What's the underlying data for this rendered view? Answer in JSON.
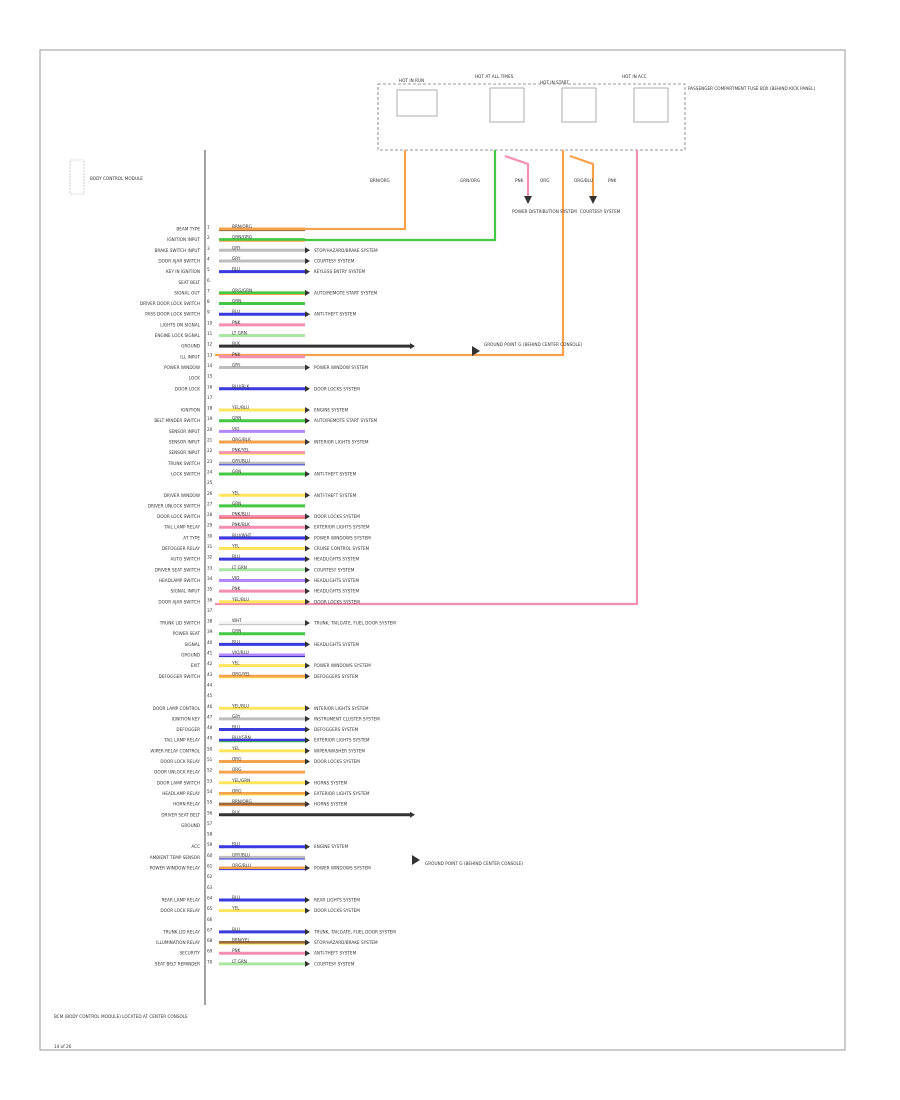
{
  "fuse_box": {
    "fuses": [
      {
        "id": "f1",
        "label": "HOT IN RUN"
      },
      {
        "id": "f2",
        "label": "HOT AT ALL TIMES"
      },
      {
        "id": "f3",
        "label": "HOT IN START"
      },
      {
        "id": "f4",
        "label": "HOT IN ACC"
      }
    ],
    "panel_label": "PASSENGER COMPARTMENT FUSE BOX (BEHIND KICK PANEL)"
  },
  "module": {
    "name": "BODY CONTROL MODULE",
    "footnote": "BCM (BODY CONTROL MODULE) LOCATED AT CENTER CONSOLE",
    "page_number": "14 of 26"
  },
  "wire_colors": {
    "ORG": "#f6a24d",
    "GRN": "#44c844",
    "GRY": "#bdbdbd",
    "BLU": "#3a3adf",
    "YEL": "#ffe45c",
    "PNK": "#f48fb1",
    "VIO": "#b388ff",
    "RED": "#e23a3a",
    "WHT": "#f2f2f2",
    "TAN": "#e3c896",
    "BRN": "#9c6b3d",
    "BLK": "#333333",
    "DKGRN": "#2e8b57",
    "LTGRN": "#a8e6a1",
    "DKBLU": "#2329b5",
    "LTBLU": "#8cc6f2"
  },
  "pins": [
    {
      "label": "BEAM TYPE",
      "wire": "BRN/ORG",
      "colors": [
        "ORG",
        "BRN"
      ]
    },
    {
      "label": "IGNITION INPUT",
      "wire": "GRN/ORG",
      "colors": [
        "GRN",
        "ORG"
      ]
    },
    {
      "label": "BRAKE SWITCH INPUT",
      "wire": "GRY",
      "colors": [
        "GRY"
      ],
      "dest": "STOP/HAZARD/BRAKE SYSTEM"
    },
    {
      "label": "DOOR AJAR SWITCH",
      "wire": "GRY",
      "colors": [
        "GRY"
      ],
      "dest": "COURTESY SYSTEM"
    },
    {
      "label": "KEY IN IGNITION",
      "wire": "BLU",
      "colors": [
        "BLU"
      ],
      "dest": "KEYLESS ENTRY SYSTEM"
    },
    {
      "label": "SEAT BELT",
      "wire": "",
      "colors": []
    },
    {
      "label": "SIGNAL OUT",
      "wire": "ORG/GRN",
      "colors": [
        "GRN",
        "ORG"
      ],
      "dest": "AUTO/REMOTE START SYSTEM"
    },
    {
      "label": "DRIVER DOOR LOCK SWITCH",
      "wire": "GRN",
      "colors": [
        "GRN"
      ]
    },
    {
      "label": "PASS DOOR LOCK SWITCH",
      "wire": "BLU",
      "colors": [
        "BLU"
      ],
      "dest": "ANTI-THEFT SYSTEM"
    },
    {
      "label": "LIGHTS ON SIGNAL",
      "wire": "PNK",
      "colors": [
        "PNK"
      ]
    },
    {
      "label": "ENGINE LOCK SIGNAL",
      "wire": "LT GRN",
      "colors": [
        "LTGRN"
      ]
    },
    {
      "label": "GROUND",
      "wire": "BLK",
      "colors": [
        "BLK"
      ],
      "dest": "GROUND POINT G",
      "groundArrow": true
    },
    {
      "label": "ILL INPUT",
      "wire": "PNK",
      "colors": [
        "PNK"
      ]
    },
    {
      "label": "POWER WINDOW",
      "wire": "GRY",
      "colors": [
        "GRY"
      ],
      "dest": "POWER WINDOW SYSTEM"
    },
    {
      "label": "LOCK",
      "wire": "",
      "colors": []
    },
    {
      "label": "DOOR LOCK",
      "wire": "BLU/BLK",
      "colors": [
        "BLU"
      ],
      "dest": "DOOR LOCKS SYSTEM"
    },
    {
      "label": "",
      "wire": "",
      "colors": []
    },
    {
      "label": "IGNITION",
      "wire": "YEL/BLU",
      "colors": [
        "YEL"
      ],
      "dest": "ENGINE SYSTEM"
    },
    {
      "label": "BELT MINDER SWITCH",
      "wire": "GRN",
      "colors": [
        "GRN"
      ],
      "dest": "AUTO/REMOTE START SYSTEM"
    },
    {
      "label": "SENSOR INPUT",
      "wire": "VIO",
      "colors": [
        "VIO"
      ]
    },
    {
      "label": "SENSOR INPUT",
      "wire": "ORG/BLK",
      "colors": [
        "ORG"
      ],
      "dest": "INTERIOR LIGHTS SYSTEM"
    },
    {
      "label": "SENSOR INPUT",
      "wire": "PNK/YEL",
      "colors": [
        "PNK",
        "YEL"
      ]
    },
    {
      "label": "TRUNK SWITCH",
      "wire": "GRY/BLU",
      "colors": [
        "GRY",
        "BLU"
      ]
    },
    {
      "label": "LOCK SWITCH",
      "wire": "GRN",
      "colors": [
        "GRN"
      ],
      "dest": "ANTI-THEFT SYSTEM"
    },
    {
      "label": "",
      "wire": "",
      "colors": []
    },
    {
      "label": "DRIVER WINDOW",
      "wire": "YEL",
      "colors": [
        "YEL"
      ],
      "dest": "ANTI-THEFT SYSTEM"
    },
    {
      "label": "DRIVER UNLOCK SWITCH",
      "wire": "GRN",
      "colors": [
        "GRN"
      ]
    },
    {
      "label": "DOOR LOCK SWITCH",
      "wire": "PNK/BLU",
      "colors": [
        "PNK",
        "RED"
      ],
      "dest": "DOOR LOCKS SYSTEM"
    },
    {
      "label": "TAIL LAMP RELAY",
      "wire": "PNK/BLK",
      "colors": [
        "PNK"
      ],
      "dest": "EXTERIOR LIGHTS SYSTEM"
    },
    {
      "label": "AT TYPE",
      "wire": "BLU/WHT",
      "colors": [
        "BLU",
        "VIO"
      ],
      "dest": "POWER WINDOWS SYSTEM"
    },
    {
      "label": "DEFOGGER RELAY",
      "wire": "YEL",
      "colors": [
        "YEL"
      ],
      "dest": "CRUISE CONTROL SYSTEM"
    },
    {
      "label": "AUTO SWITCH",
      "wire": "BLU",
      "colors": [
        "BLU"
      ],
      "dest": "HEADLIGHTS SYSTEM"
    },
    {
      "label": "DRIVER SEAT SWITCH",
      "wire": "LT GRN",
      "colors": [
        "LTGRN"
      ],
      "dest": "COURTESY SYSTEM"
    },
    {
      "label": "HEADLAMP SWITCH",
      "wire": "VIO",
      "colors": [
        "VIO"
      ],
      "dest": "HEADLIGHTS SYSTEM"
    },
    {
      "label": "SIGNAL INPUT",
      "wire": "PNK",
      "colors": [
        "PNK"
      ],
      "dest": "HEADLIGHTS SYSTEM"
    },
    {
      "label": "DOOR AJAR SWITCH",
      "wire": "YEL/BLU",
      "colors": [
        "YEL"
      ],
      "dest": "DOOR LOCKS SYSTEM"
    },
    {
      "label": "",
      "wire": "",
      "colors": []
    },
    {
      "label": "TRUNK LID SWITCH",
      "wire": "WHT",
      "colors": [
        "WHT",
        "GRY"
      ],
      "dest": "TRUNK, TAILGATE, FUEL DOOR SYSTEM"
    },
    {
      "label": "POWER SEAT",
      "wire": "GRN",
      "colors": [
        "GRN"
      ]
    },
    {
      "label": "SIGNAL",
      "wire": "BLU",
      "colors": [
        "BLU"
      ],
      "dest": "HEADLIGHTS SYSTEM"
    },
    {
      "label": "GROUND",
      "wire": "VIO/BLU",
      "colors": [
        "VIO",
        "DKBLU"
      ]
    },
    {
      "label": "EXIT",
      "wire": "YEL",
      "colors": [
        "YEL"
      ],
      "dest": "POWER WINDOWS SYSTEM"
    },
    {
      "label": "DEFOGGER SWITCH",
      "wire": "ORG/YEL",
      "colors": [
        "ORG",
        "YEL"
      ],
      "dest": "DEFOGGERS SYSTEM"
    },
    {
      "label": "",
      "wire": "",
      "colors": []
    },
    {
      "label": "",
      "wire": "",
      "colors": []
    },
    {
      "label": "DOOR LAMP CONTROL",
      "wire": "YEL/BLU",
      "colors": [
        "YEL"
      ],
      "dest": "INTERIOR LIGHTS SYSTEM"
    },
    {
      "label": "IGNITION KEY",
      "wire": "GRY",
      "colors": [
        "GRY"
      ],
      "dest": "INSTRUMENT CLUSTER SYSTEM"
    },
    {
      "label": "DEFOGGER",
      "wire": "BLU",
      "colors": [
        "BLU"
      ],
      "dest": "DEFOGGERS SYSTEM"
    },
    {
      "label": "TAIL LAMP RELAY",
      "wire": "BLU/GRN",
      "colors": [
        "BLU",
        "GRN"
      ],
      "dest": "EXTERIOR LIGHTS SYSTEM"
    },
    {
      "label": "WIPER RELAY CONTROL",
      "wire": "YEL",
      "colors": [
        "YEL"
      ],
      "dest": "WIPER/WASHER SYSTEM"
    },
    {
      "label": "DOOR LOCK RELAY",
      "wire": "ORG",
      "colors": [
        "ORG"
      ],
      "dest": "DOOR LOCKS SYSTEM"
    },
    {
      "label": "DOOR UNLOCK RELAY",
      "wire": "ORG",
      "colors": [
        "ORG"
      ]
    },
    {
      "label": "DOOR LAMP SWITCH",
      "wire": "YEL/GRN",
      "colors": [
        "YEL"
      ],
      "dest": "HORNS SYSTEM"
    },
    {
      "label": "HEADLAMP RELAY",
      "wire": "ORG",
      "colors": [
        "ORG",
        "YEL"
      ],
      "dest": "EXTERIOR LIGHTS SYSTEM"
    },
    {
      "label": "HORN RELAY",
      "wire": "BRN/ORG",
      "colors": [
        "BRN",
        "ORG"
      ],
      "dest": "HORNS SYSTEM"
    },
    {
      "label": "DRIVER SEAT BELT",
      "wire": "BLK",
      "colors": [
        "BLK"
      ],
      "dest": "GROUND POINT G",
      "groundArrow": true
    },
    {
      "label": "GROUND",
      "wire": "",
      "colors": []
    },
    {
      "label": "",
      "wire": "",
      "colors": []
    },
    {
      "label": "ACC",
      "wire": "BLU",
      "colors": [
        "BLU"
      ],
      "dest": "ENGINE SYSTEM"
    },
    {
      "label": "AMBIENT TEMP SENSOR",
      "wire": "GRY/BLU",
      "colors": [
        "GRY",
        "BLU"
      ]
    },
    {
      "label": "POWER WINDOW RELAY",
      "wire": "ORG/BLU",
      "colors": [
        "ORG",
        "BLU"
      ],
      "dest": "POWER WINDOWS SYSTEM"
    },
    {
      "label": "",
      "wire": "",
      "colors": []
    },
    {
      "label": "",
      "wire": "",
      "colors": []
    },
    {
      "label": "REAR LAMP RELAY",
      "wire": "BLU",
      "colors": [
        "BLU"
      ],
      "dest": "REAR LIGHTS SYSTEM"
    },
    {
      "label": "DOOR LOCK RELAY",
      "wire": "YEL",
      "colors": [
        "YEL"
      ],
      "dest": "DOOR LOCKS SYSTEM"
    },
    {
      "label": "",
      "wire": "",
      "colors": []
    },
    {
      "label": "TRUNK LID RELAY",
      "wire": "BLU",
      "colors": [
        "BLU"
      ],
      "dest": "TRUNK, TAILGATE, FUEL DOOR SYSTEM"
    },
    {
      "label": "ILLUMINATION RELAY",
      "wire": "BRN/YEL",
      "colors": [
        "BRN",
        "YEL"
      ],
      "dest": "STOP/HAZARD/BRAKE SYSTEM"
    },
    {
      "label": "SECURITY",
      "wire": "PNK",
      "colors": [
        "PNK"
      ],
      "dest": "ANTI-THEFT SYSTEM"
    },
    {
      "label": "SEAT BELT REMINDER",
      "wire": "LT GRN",
      "colors": [
        "LTGRN"
      ],
      "dest": "COURTESY SYSTEM"
    }
  ],
  "top_wires": [
    {
      "label": "BRN/ORG",
      "color": "ORG"
    },
    {
      "label": "GRN/ORG",
      "color": "GRN"
    },
    {
      "label": "PNK",
      "color": "PNK"
    },
    {
      "label": "ORG",
      "color": "ORG"
    },
    {
      "label": "ORG/BLU",
      "color": "ORG"
    },
    {
      "label": "PNK",
      "color": "PNK"
    }
  ],
  "ground_labels": {
    "g1": "GROUND POINT G (BEHIND CENTER CONSOLE)",
    "g2": "GROUND POINT G (BEHIND CENTER CONSOLE)"
  },
  "subsystem_labels": {
    "power_dist": "POWER DISTRIBUTION SYSTEM",
    "courtesy": "COURTESY SYSTEM"
  }
}
